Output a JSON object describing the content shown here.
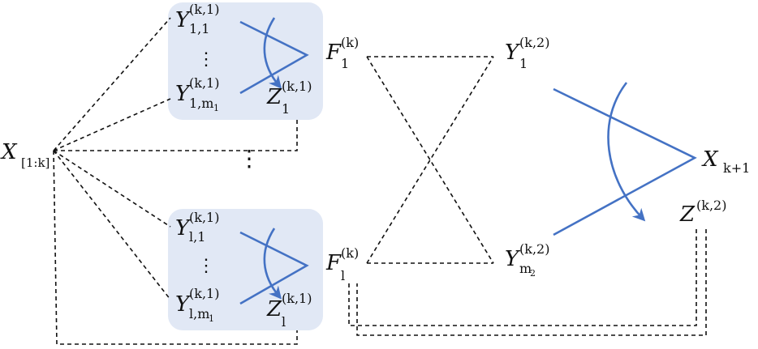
{
  "colors": {
    "box_fill": "#e1e8f5",
    "arrow": "#4472c4",
    "line": "#111111"
  },
  "labels": {
    "x_prefix": {
      "main": "X",
      "sub": "[1:k]"
    },
    "y_1_1": {
      "main": "Y",
      "sup": "(k,1)",
      "sub": "1,1"
    },
    "y_1_m1": {
      "main": "Y",
      "sup": "(k,1)",
      "sub": "1,m",
      "subsub": "1"
    },
    "z_1": {
      "main": "Z",
      "sup": "(k,1)",
      "sub": "1"
    },
    "f_1": {
      "main": "F",
      "sup": "(k)",
      "sub": "1"
    },
    "y_l_1": {
      "main": "Y",
      "sup": "(k,1)",
      "sub": "l,1"
    },
    "y_l_m1": {
      "main": "Y",
      "sup": "(k,1)",
      "sub": "l,m",
      "subsub": "1"
    },
    "z_l": {
      "main": "Z",
      "sup": "(k,1)",
      "sub": "l"
    },
    "f_l": {
      "main": "F",
      "sup": "(k)",
      "sub": "l"
    },
    "y2_1": {
      "main": "Y",
      "sup": "(k,2)",
      "sub": "1"
    },
    "y2_m2": {
      "main": "Y",
      "sup": "(k,2)",
      "sub": "m",
      "subsub": "2"
    },
    "x_next": {
      "main": "X",
      "sub": "k+1"
    },
    "z2": {
      "main": "Z",
      "sup": "(k,2)"
    }
  },
  "icons": {
    "vdots": "⋮"
  }
}
